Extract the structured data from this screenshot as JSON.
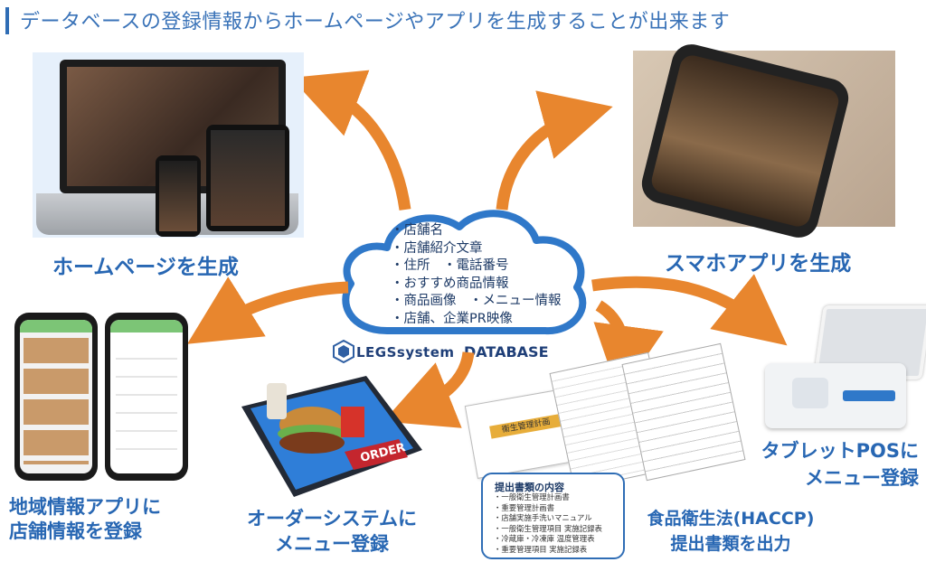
{
  "header": {
    "title": "データベースの登録情報からホームページやアプリを生成することが出来ます"
  },
  "database": {
    "items": [
      "・店舗名",
      "・店舗紹介文章",
      "・住所　・電話番号",
      "・おすすめ商品情報",
      "・商品画像　・メニュー情報",
      "・店舗、企業PR映像"
    ],
    "logo_text": "LEGSsystem",
    "label": "DATABASE"
  },
  "outputs": {
    "homepage": "ホームページを生成",
    "smartphone_app": "スマホアプリを生成",
    "regional_app": [
      "地域情報アプリに",
      "店舗情報を登録"
    ],
    "order_system": [
      "オーダーシステムに",
      "メニュー登録"
    ],
    "haccp": [
      "食品衛生法(HACCP)",
      "提出書類を出力"
    ],
    "tablet_pos": [
      "タブレットPOSに",
      "メニュー登録"
    ]
  },
  "documents": {
    "box_title": "提出書類の内容",
    "items": [
      "・一般衛生管理計画書",
      "・重要管理計画書",
      "・店舗実施手洗いマニュアル",
      "・一般衛生管理項目 実施記録表",
      "・冷蔵庫・冷凍庫 温度管理表",
      "・重要管理項目 実施記録表"
    ],
    "doc_heading": "衛生管理計画"
  },
  "order_tablet": {
    "button_label": "ORDER"
  },
  "colors": {
    "arrow": "#e8862e",
    "label_blue": "#2867b3",
    "cloud_stroke": "#2f78c9"
  }
}
